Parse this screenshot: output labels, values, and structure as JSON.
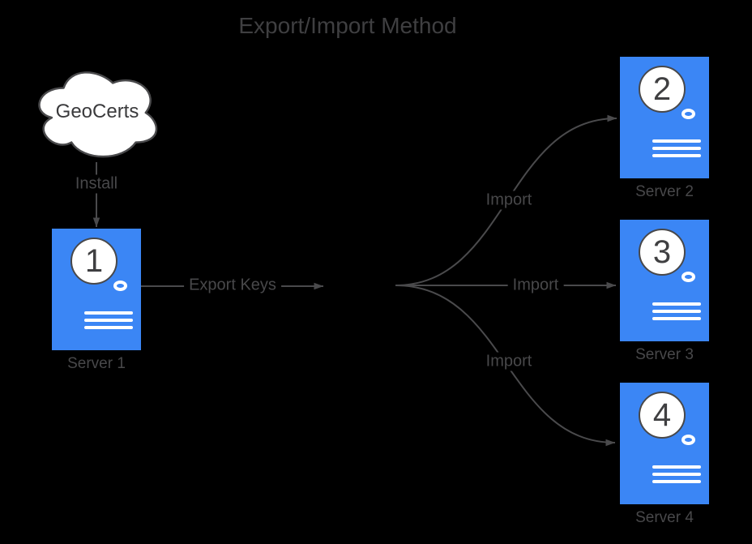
{
  "title": "Export/Import Method",
  "colors": {
    "background": "#000000",
    "server_fill": "#3B86F5",
    "line": "#4A4A4C",
    "text": "#48484A",
    "shape_fill": "#FFFFFF"
  },
  "cloud": {
    "label": "GeoCerts"
  },
  "edges": {
    "install": {
      "label": "Install"
    },
    "export": {
      "label": "Export Keys"
    },
    "import_top": {
      "label": "Import"
    },
    "import_middle": {
      "label": "Import"
    },
    "import_bottom": {
      "label": "Import"
    }
  },
  "servers": [
    {
      "number": "1",
      "label": "Server 1"
    },
    {
      "number": "2",
      "label": "Server 2"
    },
    {
      "number": "3",
      "label": "Server 3"
    },
    {
      "number": "4",
      "label": "Server 4"
    }
  ]
}
